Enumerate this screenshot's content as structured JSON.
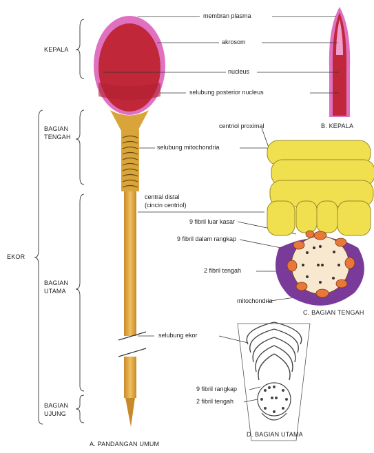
{
  "labels": {
    "membran_plasma": "membran plasma",
    "akrosom": "akrosom",
    "nucleus": "nucleus",
    "selubung_posterior_nucleus": "selubung posterior nucleus",
    "centriol_proximal": "centriol proximal",
    "b_kepala": "B. KEPALA",
    "selubung_mitochondria": "selubung mitochondria",
    "central_distal": "central distal",
    "cincin_centriol": "(cincin centriol)",
    "fibril_luar_kasar": "9 fibril luar kasar",
    "fibril_dalam_rangkap": "9 fibril dalam rangkap",
    "fibril_tengah": "2 fibril tengah",
    "mitochondria": "mitochondria",
    "c_bagian_tengah": "C. BAGIAN TENGAH",
    "selubung_ekor": "selubung ekor",
    "fibril_rangkap": "9 fibril rangkap",
    "fibril_tengah_2": "2 fibril tengah",
    "d_bagian_utama": "D. BAGIAN UTAMA",
    "a_pandangan_umum": "A. PANDANGAN UMUM"
  },
  "regions": {
    "kepala": "KEPALA",
    "bagian_tengah_1": "BAGIAN",
    "bagian_tengah_2": "TENGAH",
    "ekor": "EKOR",
    "bagian_utama_1": "BAGIAN",
    "bagian_utama_2": "UTAMA",
    "bagian_ujung_1": "BAGIAN",
    "bagian_ujung_2": "UJUNG"
  },
  "colors": {
    "membrane": "#e070c0",
    "head": "#c0283a",
    "midpiece": "#d9a53a",
    "tail": "#e0b050",
    "mito_yellow": "#f0e050",
    "mito_purple": "#7a3a9a",
    "fibril_orange": "#e8783a"
  }
}
